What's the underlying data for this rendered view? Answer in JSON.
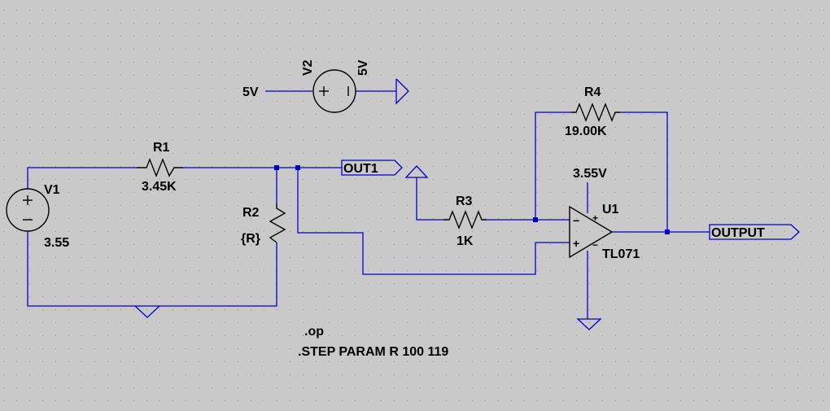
{
  "colors": {
    "background": "#c9c9c9",
    "wire": "#0000d0",
    "component": "#000000",
    "grid_dot": "#8a8a8a"
  },
  "components": {
    "v1": {
      "name": "V1",
      "value": "3.55"
    },
    "v2": {
      "name": "V2",
      "value": "5V",
      "net_label": "5V"
    },
    "r1": {
      "name": "R1",
      "value": "3.45K"
    },
    "r2": {
      "name": "R2",
      "value": "{R}"
    },
    "r3": {
      "name": "R3",
      "value": "1K"
    },
    "r4": {
      "name": "R4",
      "value": "19.00K"
    },
    "u1": {
      "name": "U1",
      "model": "TL071",
      "supply": "3.55V",
      "in_minus": "−",
      "in_plus": "+",
      "vplus": "+",
      "vminus": "−"
    }
  },
  "net_labels": {
    "out1": "OUT1",
    "output": "OUTPUT"
  },
  "directives": {
    "op": ".op",
    "step": ".STEP PARAM R 100 119"
  },
  "icons": [
    "voltage-source-icon",
    "ground-icon",
    "resistor-icon",
    "opamp-icon",
    "port-flag-icon",
    "junction-dot-icon"
  ]
}
